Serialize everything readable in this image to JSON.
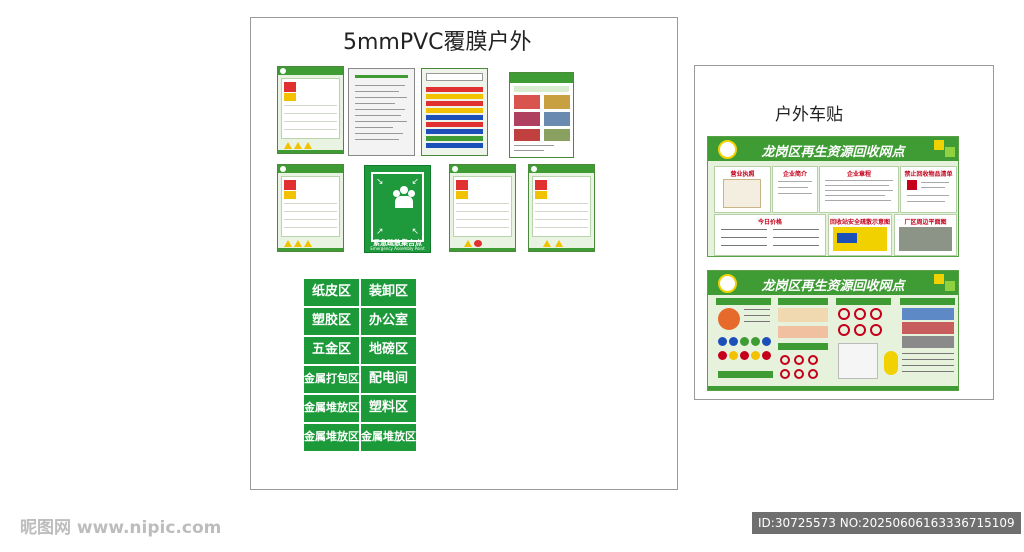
{
  "pvc_board": {
    "title": "5mmPVC覆膜户外"
  },
  "assembly_sign": {
    "title_cn": "紧急疏散集合点",
    "title_en": "Emergency Assembly Point"
  },
  "zone_labels": [
    [
      "纸皮区",
      "装卸区"
    ],
    [
      "塑胶区",
      "办公室"
    ],
    [
      "五金区",
      "地磅区"
    ],
    [
      "金属打包区",
      "配电间"
    ],
    [
      "金属堆放区",
      "塑料区"
    ],
    [
      "金属堆放区",
      "金属堆放区"
    ]
  ],
  "car_board": {
    "title": "户外车贴",
    "sticker_title": "龙岗区再生资源回收网点",
    "top_panels": [
      "营业执照",
      "企业简介",
      "企业章程",
      "禁止回收物品清单"
    ],
    "bottom_panels": [
      "今日价格",
      "回收站安全疏散示意图",
      "厂区周边平面图"
    ]
  },
  "colors": {
    "brand_green": "#3f9c35",
    "zone_green": "#1c9a3a",
    "accent_red": "#c4001a",
    "accent_yellow": "#f2d100"
  },
  "footer": {
    "watermark": "昵图网 www.nipic.com",
    "id_text": "ID:30725573 NO:20250606163336715109"
  }
}
